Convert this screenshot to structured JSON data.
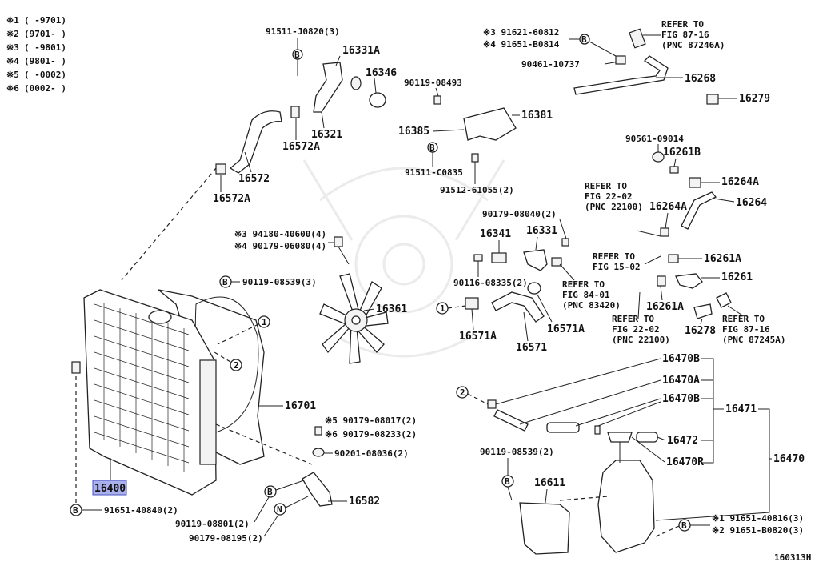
{
  "legend": [
    {
      "mark": "※1",
      "range": "(     -9701)"
    },
    {
      "mark": "※2",
      "range": "(9701-     )"
    },
    {
      "mark": "※3",
      "range": "(     -9801)"
    },
    {
      "mark": "※4",
      "range": "(9801-     )"
    },
    {
      "mark": "※5",
      "range": "(     -0002)"
    },
    {
      "mark": "※6",
      "range": "(0002-     )"
    }
  ],
  "callout_letters": {
    "b": "B",
    "n": "N",
    "one": "1",
    "two": "2"
  },
  "parts": {
    "p91511J0820": "91511-J0820(3)",
    "p16331A": "16331A",
    "p16346": "16346",
    "p16321": "16321",
    "p16572A_top": "16572A",
    "p16572": "16572",
    "p16572A_bottom": "16572A",
    "p91621_60812": "※3 91621-60812",
    "p91651_B0814": "※4 91651-B0814",
    "p90461_10737": "90461-10737",
    "p16268": "16268",
    "p16279": "16279",
    "p90119_08493": "90119-08493",
    "p16381": "16381",
    "p16385": "16385",
    "p91511_C0835": "91511-C0835",
    "p91512_61055": "91512-61055(2)",
    "p90561_09014": "90561-09014",
    "p16261B": "16261B",
    "p16264A_a": "16264A",
    "p16264A_b": "16264A",
    "p16264": "16264",
    "p94180_40600": "※3 94180-40600(4)",
    "p90179_06080": "※4 90179-06080(4)",
    "p90179_08040": "90179-08040(2)",
    "p16341": "16341",
    "p16331": "16331",
    "p90119_08539_a": "90119-08539(3)",
    "p16361": "16361",
    "p90116_08335": "90116-08335(2)",
    "p16571A_a": "16571A",
    "p16571A_b": "16571A",
    "p16571": "16571",
    "p16261A_a": "16261A",
    "p16261": "16261",
    "p16261A_b": "16261A",
    "p16278": "16278",
    "p16470B_a": "16470B",
    "p16470A": "16470A",
    "p16470B_b": "16470B",
    "p16471": "16471",
    "p16472": "16472",
    "p16470R": "16470R",
    "p16470": "16470",
    "p16701": "16701",
    "p90179_08017": "※5 90179-08017(2)",
    "p90179_08233": "※6 90179-08233(2)",
    "p90201_08036": "90201-08036(2)",
    "p16582": "16582",
    "p90119_08801": "90119-08801(2)",
    "p90179_08195": "90179-08195(2)",
    "p91651_40840": "91651-40840(2)",
    "p16400": "16400",
    "p90119_08539_b": "90119-08539(2)",
    "p16611": "16611",
    "p91651_40816": "※1 91651-40816(3)",
    "p91651_B0820": "※2 91651-B0820(3)"
  },
  "refer_notes": {
    "fig87_16_top": [
      "REFER TO",
      "FIG 87-16",
      "(PNC 87246A)"
    ],
    "fig22_02_top": [
      "REFER TO",
      "FIG 22-02",
      "(PNC 22100)"
    ],
    "fig15_02": [
      "REFER TO",
      "FIG 15-02"
    ],
    "fig84_01": [
      "REFER TO",
      "FIG 84-01",
      "(PNC 83420)"
    ],
    "fig22_02_bottom": [
      "REFER TO",
      "FIG 22-02",
      "(PNC 22100)"
    ],
    "fig87_16_bottom": [
      "REFER TO",
      "FIG 87-16",
      "(PNC 87245A)"
    ]
  },
  "diagram_code": "160313H",
  "colors": {
    "highlight_box": "#aab0ee",
    "ink": "#222222"
  }
}
